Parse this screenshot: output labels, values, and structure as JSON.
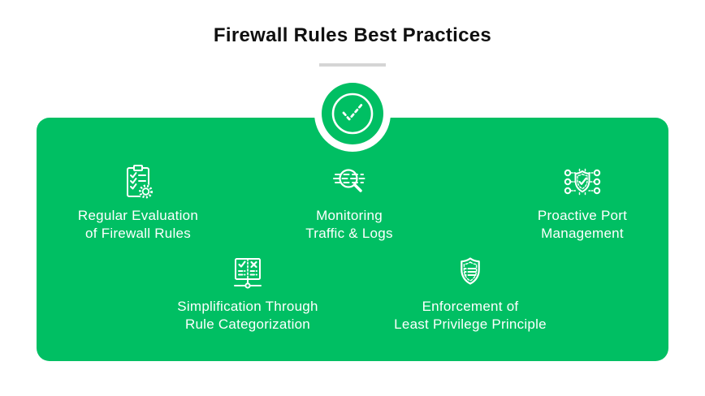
{
  "colors": {
    "green": "#00BF63",
    "title": "#101010",
    "underline": "#d5d5d5",
    "card_text": "#ffffff"
  },
  "header": {
    "title": "Firewall Rules Best Practices"
  },
  "badge": {
    "icon": "dashed-check-circle-icon"
  },
  "items": [
    {
      "id": "regular-evaluation-of-firewall-rules",
      "icon": "clipboard-checklist-gear-icon",
      "label_lines": [
        "Regular Evaluation",
        "of Firewall Rules"
      ]
    },
    {
      "id": "monitoring-traffic-and-logs",
      "icon": "magnifier-logs-icon",
      "label_lines": [
        "Monitoring",
        "Traffic & Logs"
      ]
    },
    {
      "id": "proactive-port-management",
      "icon": "shield-ports-icon",
      "label_lines": [
        "Proactive Port",
        "Management"
      ]
    },
    {
      "id": "simplification-through-rule-categorization",
      "icon": "rule-board-icon",
      "label_lines": [
        "Simplification Through",
        "Rule Categorization"
      ]
    },
    {
      "id": "enforcement-of-least-privilege-principle",
      "icon": "shield-list-icon",
      "label_lines": [
        "Enforcement of",
        "Least Privilege Principle"
      ]
    }
  ]
}
